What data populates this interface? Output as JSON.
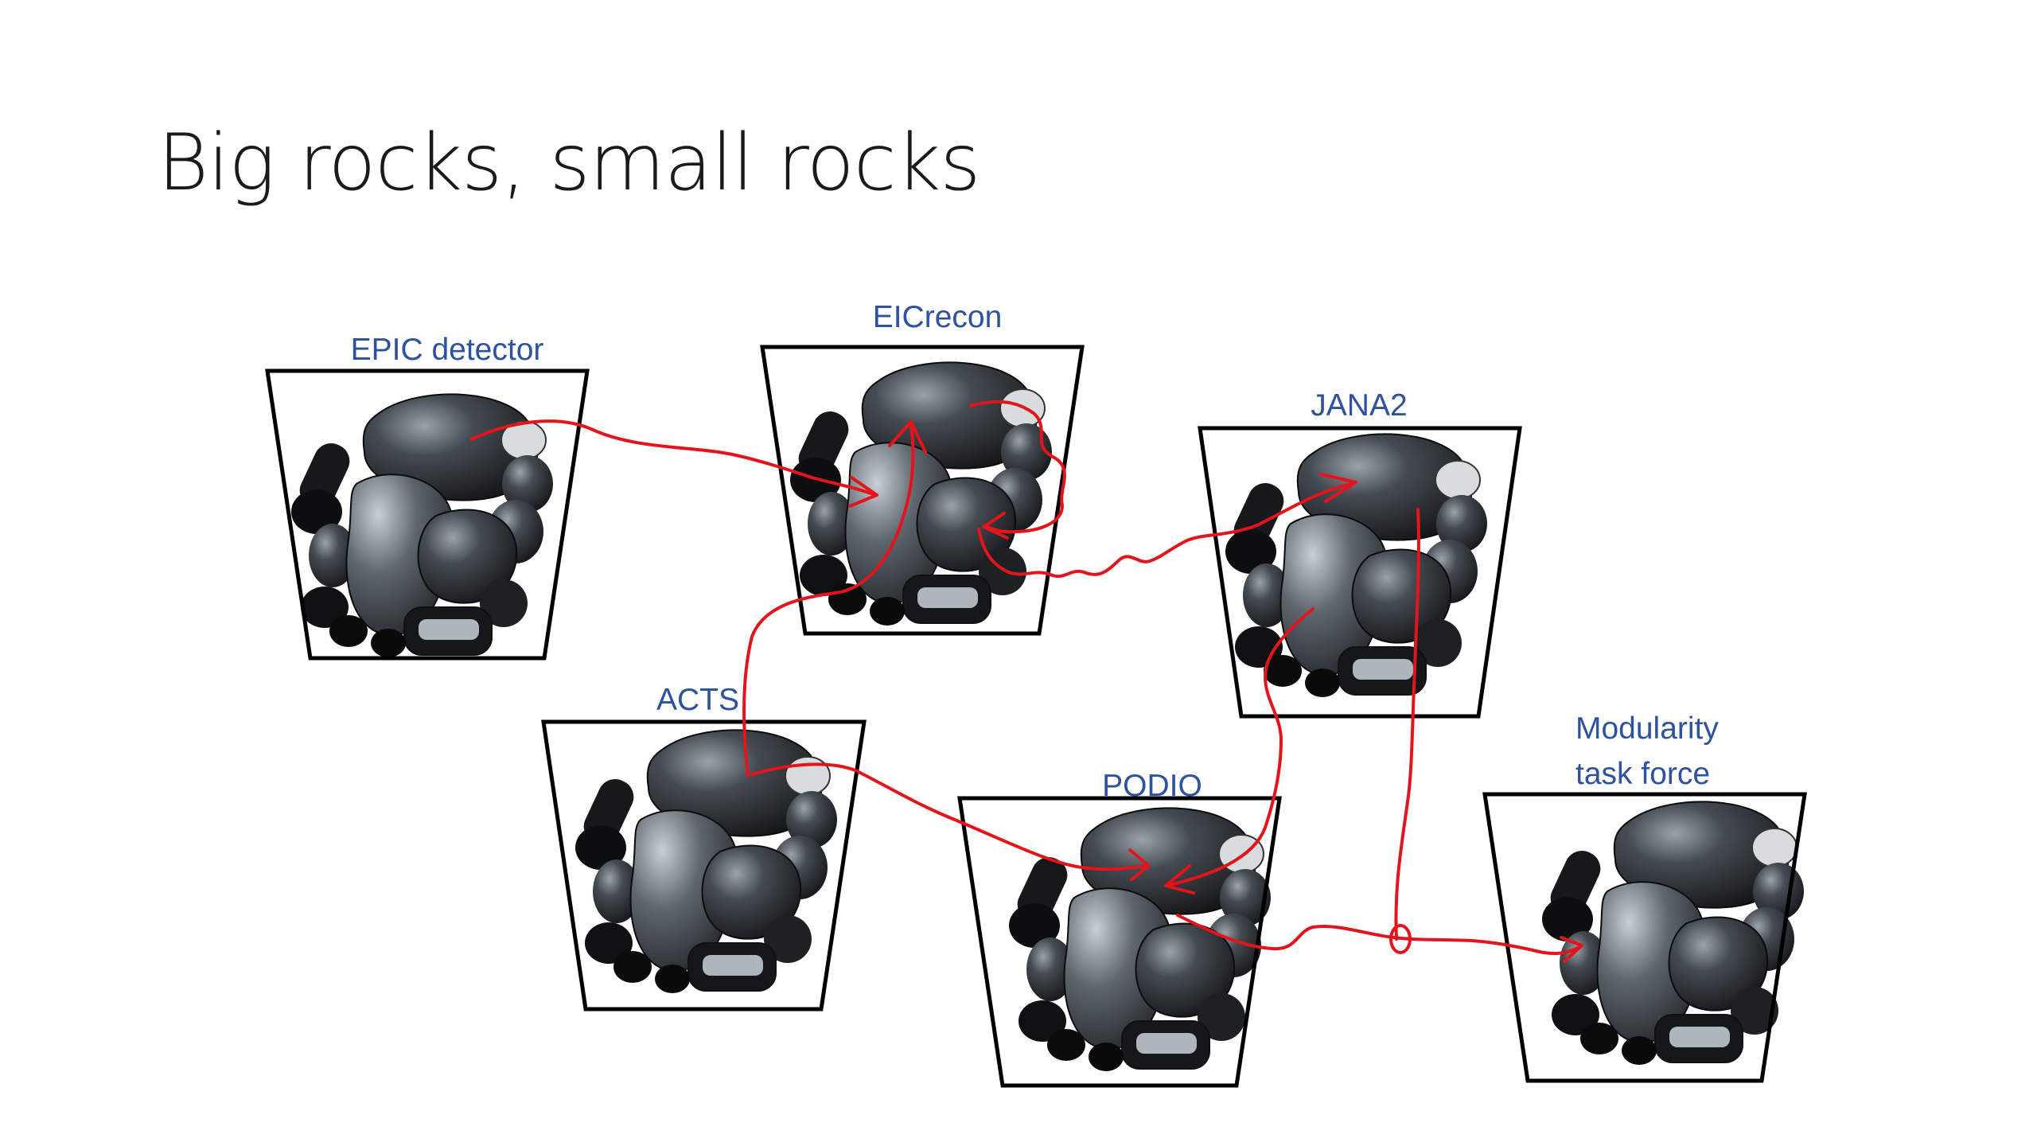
{
  "slide": {
    "title": "Big rocks, small rocks"
  },
  "buckets": [
    {
      "id": "epic",
      "label_lines": [
        "EPIC detector"
      ]
    },
    {
      "id": "eicrecon",
      "label_lines": [
        "EICrecon"
      ]
    },
    {
      "id": "jana2",
      "label_lines": [
        "JANA2"
      ]
    },
    {
      "id": "acts",
      "label_lines": [
        "ACTS"
      ]
    },
    {
      "id": "podio",
      "label_lines": [
        "PODIO"
      ]
    },
    {
      "id": "modularity",
      "label_lines": [
        "Modularity",
        "task force"
      ]
    }
  ],
  "colors": {
    "label": "#2f52a0",
    "annotation": "#e3141b",
    "outline": "#000000"
  }
}
